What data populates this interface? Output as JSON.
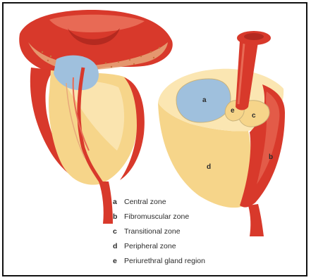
{
  "diagram": {
    "zone_labels": {
      "a": "a",
      "b": "b",
      "c": "c",
      "d": "d",
      "e": "e"
    },
    "legend": [
      {
        "key": "a",
        "label": "Central zone"
      },
      {
        "key": "b",
        "label": "Fibromuscular zone"
      },
      {
        "key": "c",
        "label": "Transitional zone"
      },
      {
        "key": "d",
        "label": "Peripheral zone"
      },
      {
        "key": "e",
        "label": "Periurethral gland region"
      }
    ],
    "colors": {
      "muscle_red": "#d8392b",
      "muscle_dark": "#b42a20",
      "gland_yellow": "#f6d58a",
      "gland_light": "#fbe6b2",
      "central_blue": "#9fc0dd",
      "frame": "#111111"
    }
  }
}
